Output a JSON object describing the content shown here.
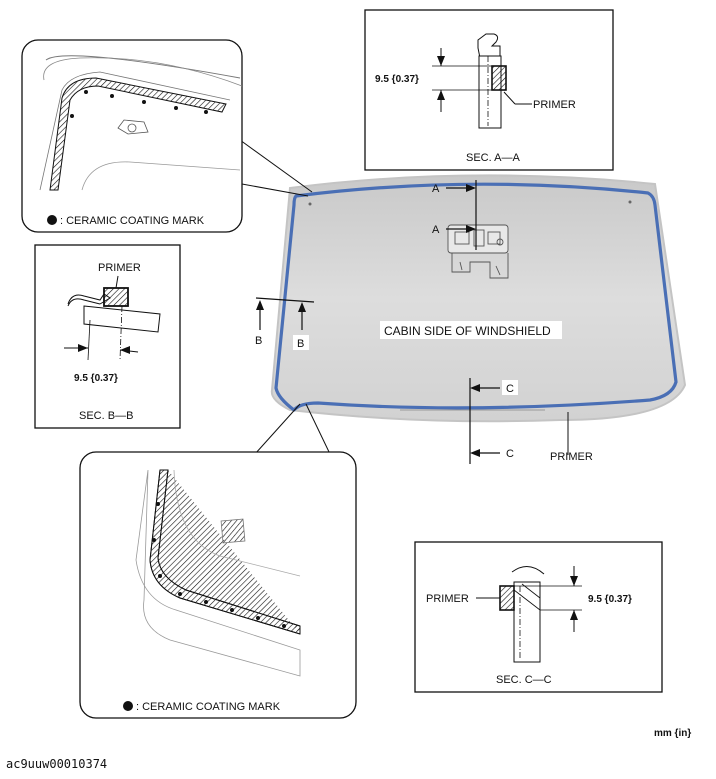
{
  "labels": {
    "sec_a": "SEC. A—A",
    "sec_b": "SEC. B—B",
    "sec_c": "SEC. C—C",
    "primer": "PRIMER",
    "dimension": "9.5 {0.37}",
    "ceramic_mark": ": CERAMIC COATING MARK",
    "cabin_side": "CABIN SIDE OF WINDSHIELD",
    "letter_a": "A",
    "letter_b": "B",
    "letter_c": "C",
    "units": "mm {in}",
    "image_code": "ac9uuw00010374"
  },
  "colors": {
    "primer_line": "#4a6fb5",
    "glass_fill": "#d9d9d9",
    "glass_edge": "#bfbfbf",
    "ink": "#111111"
  }
}
